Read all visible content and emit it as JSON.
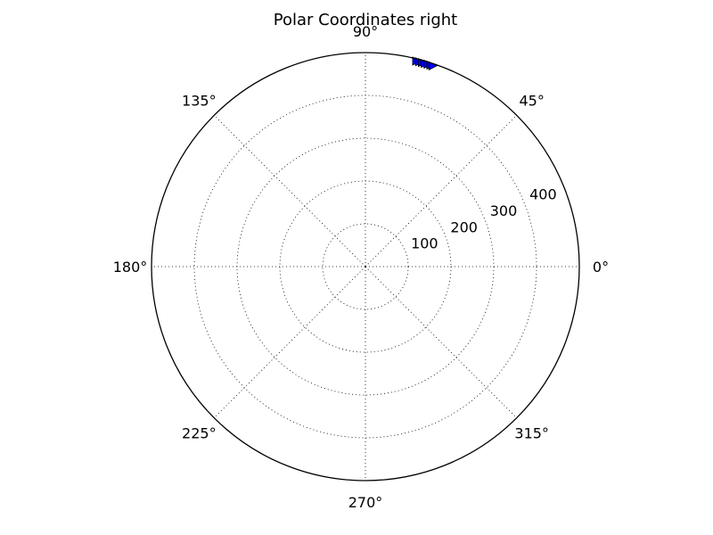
{
  "chart_data": {
    "type": "scatter",
    "projection": "polar",
    "title": "Polar Coordinates right",
    "marker": "triangle-right",
    "marker_color": "#0000ff",
    "marker_edge_color": "#000000",
    "rlim": [
      0,
      500
    ],
    "r_ticks": [
      100,
      200,
      300,
      400
    ],
    "r_tick_labels": [
      "100",
      "200",
      "300",
      "400"
    ],
    "theta_ticks_deg": [
      0,
      45,
      90,
      135,
      180,
      225,
      270,
      315
    ],
    "theta_tick_labels": [
      "0°",
      "45°",
      "90°",
      "135°",
      "180°",
      "225°",
      "270°",
      "315°"
    ],
    "grid": true,
    "series": [
      {
        "theta_deg": [
          76.0,
          75.2,
          74.4,
          73.6,
          72.8,
          72.0,
          71.4
        ],
        "r": [
          495,
          495,
          495,
          495,
          495,
          495,
          495
        ]
      }
    ]
  }
}
